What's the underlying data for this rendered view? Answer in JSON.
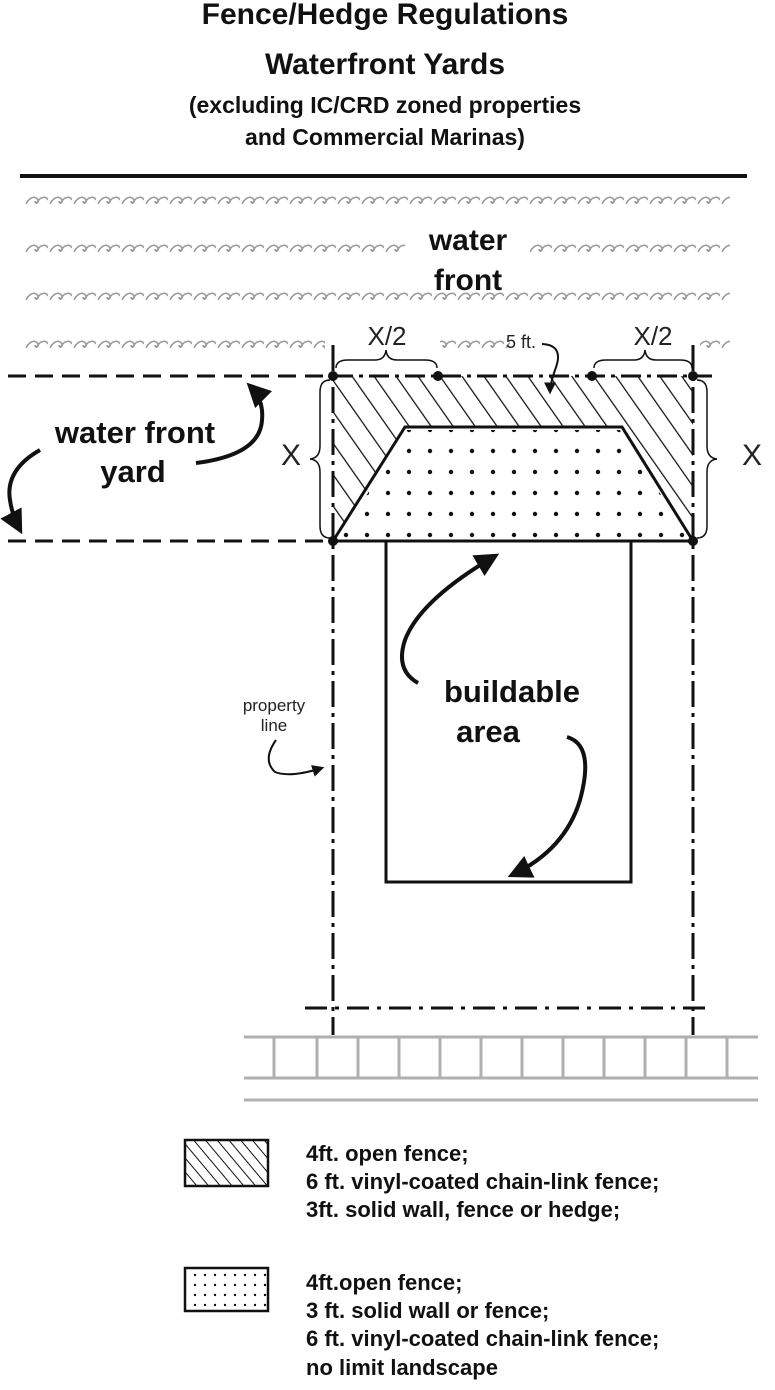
{
  "title": {
    "line1": "Fence/Hedge Regulations",
    "line2": "Waterfront Yards",
    "line3": "(excluding IC/CRD zoned properties",
    "line4": "and Commercial Marinas)"
  },
  "labels": {
    "water": "water",
    "front": "front",
    "half_left": "X/2",
    "half_right": "X/2",
    "five_ft": "5 ft.",
    "x_left": "X",
    "x_right": "X",
    "yard_line1": "water front",
    "yard_line2": "yard",
    "buildable1": "buildable",
    "buildable2": "area",
    "property1": "property",
    "property2": "line"
  },
  "legend": [
    {
      "pattern": "hatch",
      "lines": [
        "4ft. open fence;",
        "6 ft. vinyl-coated chain-link fence;",
        "3ft. solid wall, fence or hedge;"
      ]
    },
    {
      "pattern": "dots",
      "lines": [
        "4ft.open fence;",
        "3 ft. solid wall or fence;",
        "6 ft. vinyl-coated chain-link fence;",
        "no limit landscape"
      ]
    }
  ],
  "colors": {
    "ink": "#111111",
    "water": "#9a9a9a",
    "road": "#b0b0b0"
  }
}
